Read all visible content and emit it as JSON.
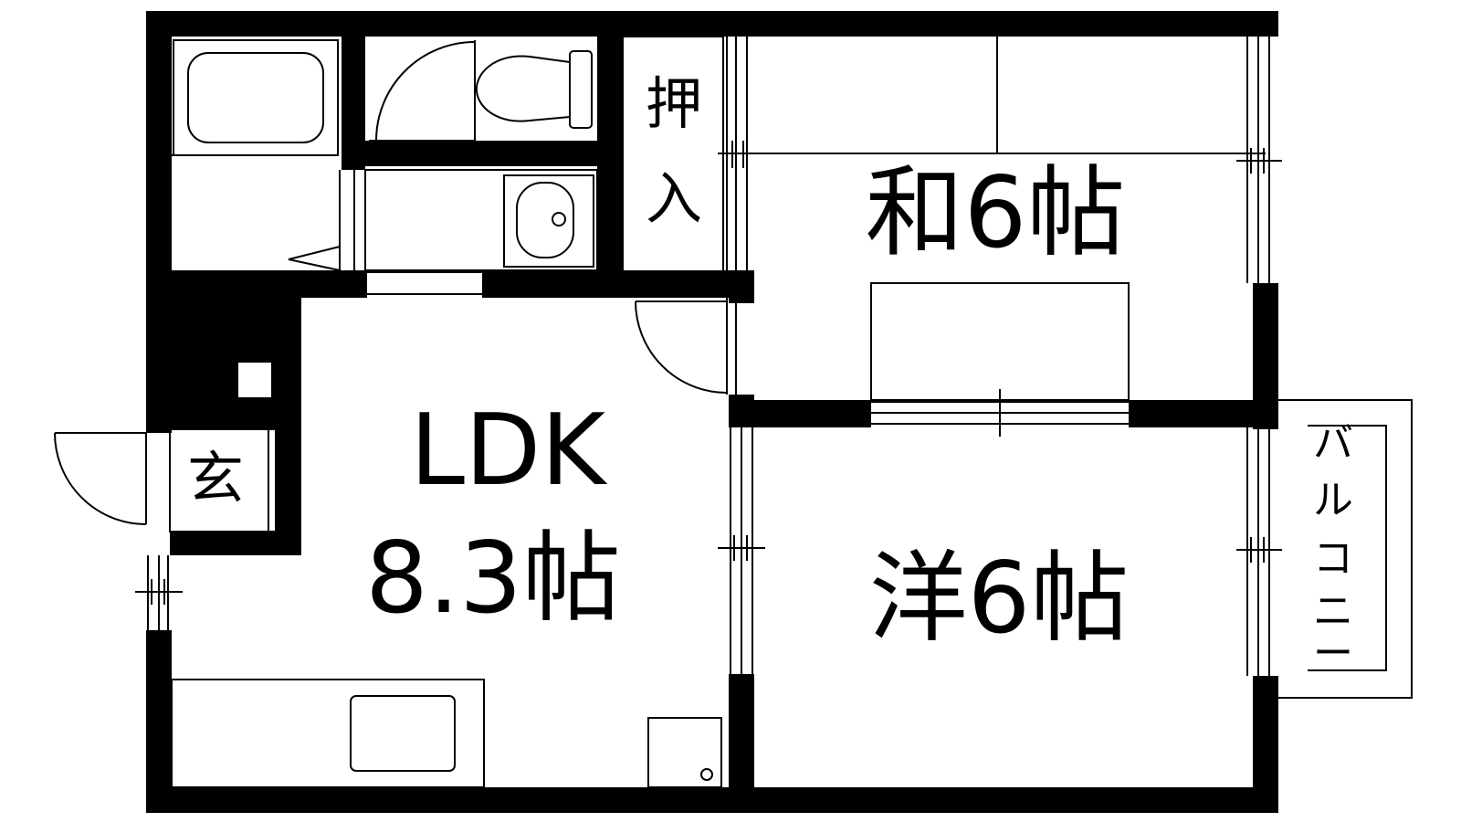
{
  "rooms": {
    "washitsu": "和6帖",
    "ldk_title": "LDK",
    "ldk_size": "8.3帖",
    "youshitsu": "洋6帖"
  },
  "closet": [
    "押",
    "入"
  ],
  "entrance": "玄",
  "balcony": [
    "バ",
    "ル",
    "コ",
    "ニ",
    "ー"
  ]
}
